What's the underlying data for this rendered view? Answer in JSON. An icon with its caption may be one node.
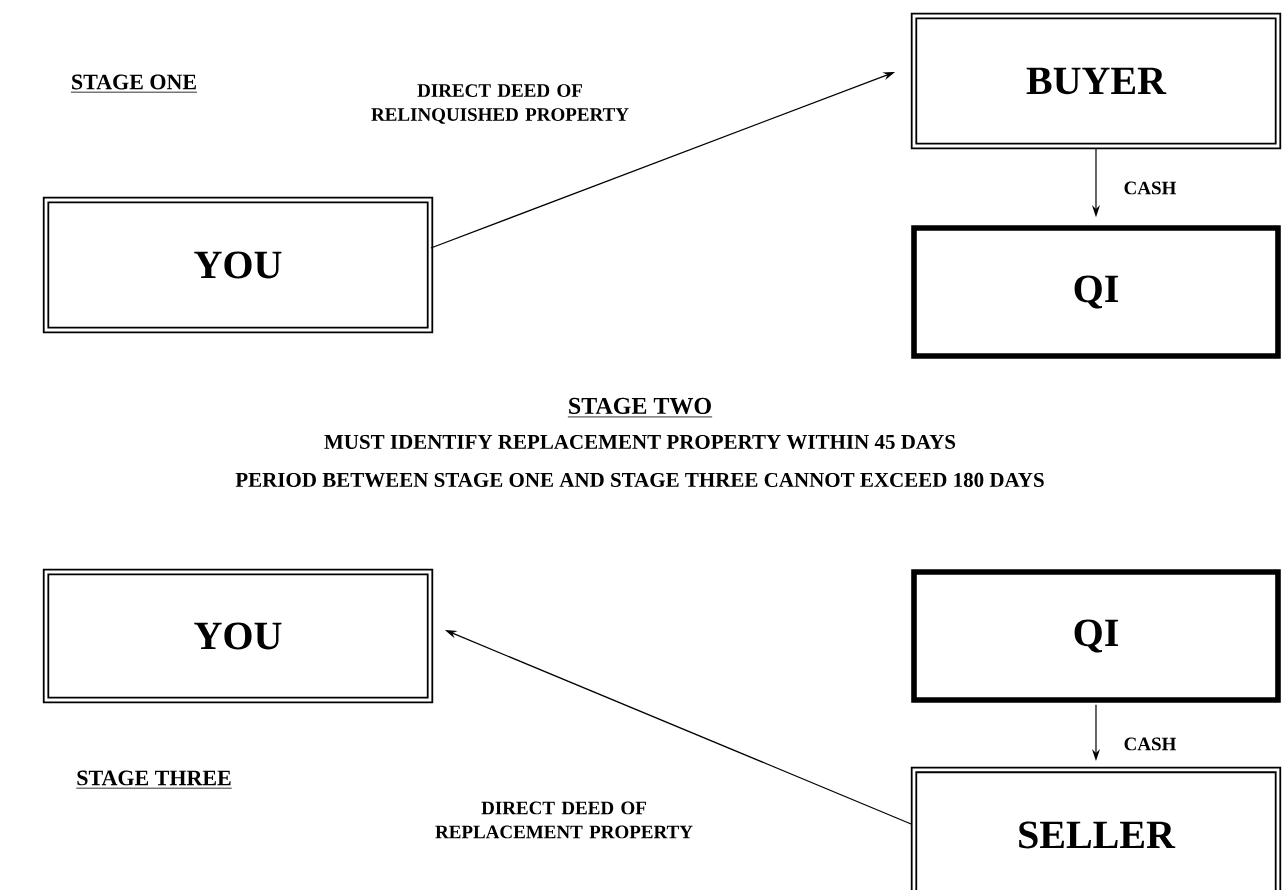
{
  "diagram": {
    "nodes": [
      {
        "text": [
          "YOU"
        ]
      },
      {
        "text": [
          "BUYER"
        ]
      },
      {
        "text": [
          "QI"
        ]
      },
      {
        "text": [
          "YOU"
        ]
      },
      {
        "text": [
          "QI"
        ]
      },
      {
        "text": [
          "SELLER"
        ]
      }
    ],
    "edges": [
      {
        "from": 0,
        "to": 1,
        "arrow": "to",
        "label": "DIRECT DEED OF RELINQUISHED PROPERTY"
      },
      {
        "from": 1,
        "to": 2,
        "arrow": "to",
        "label": "CASH"
      },
      {
        "from": 4,
        "to": 5,
        "arrow": "to",
        "label": "CASH"
      },
      {
        "from": 5,
        "to": 3,
        "arrow": "to",
        "label": "DIRECT DEED OF REPLACEMENT PROPERTY"
      }
    ],
    "labels": [
      "STAGE ONE",
      "STAGE TWO",
      "MUST IDENTIFY REPLACEMENT PROPERTY WITHIN 45 DAYS",
      "PERIOD BETWEEN STAGE ONE AND STAGE THREE CANNOT EXCEED 180 DAYS",
      "STAGE THREE"
    ]
  }
}
